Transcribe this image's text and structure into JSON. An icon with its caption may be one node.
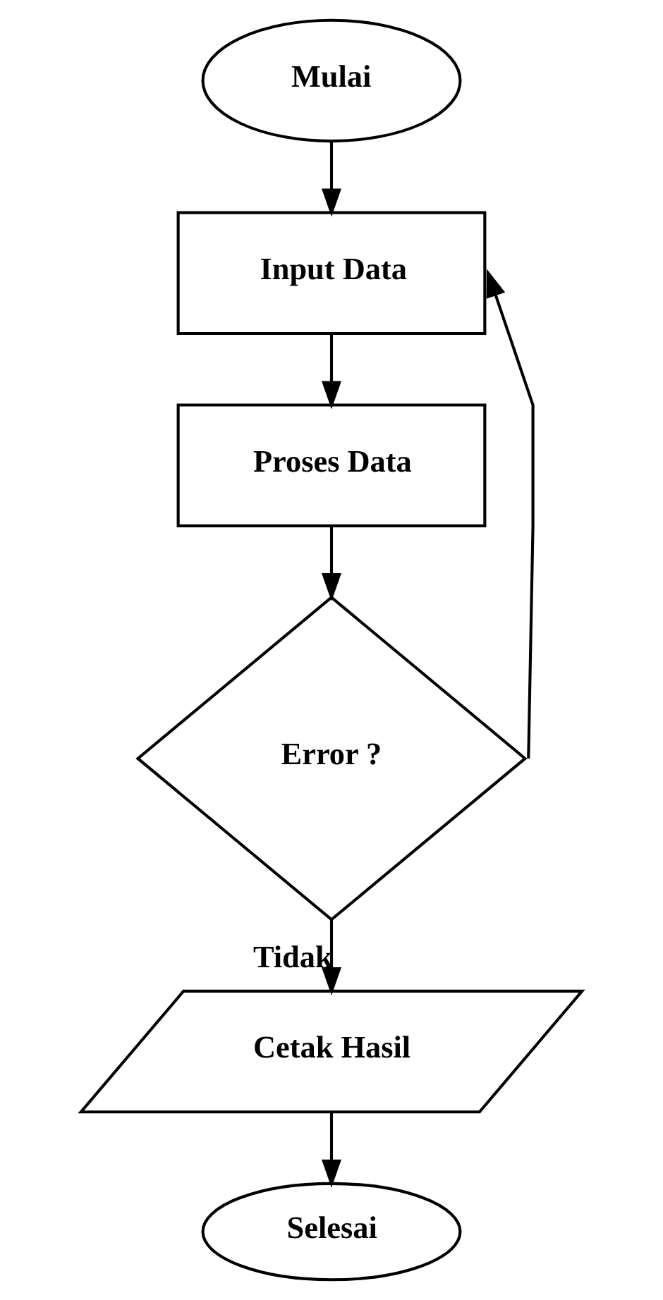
{
  "diagram": {
    "nodes": [
      {
        "text": [
          "Mulai"
        ]
      },
      {
        "text": [
          "Input Data"
        ]
      },
      {
        "text": [
          "Proses Data"
        ]
      },
      {
        "text": [
          "Error ?"
        ]
      },
      {
        "text": [
          "Cetak Hasil"
        ]
      },
      {
        "text": [
          "Selesai"
        ]
      }
    ],
    "edges": [
      {
        "from": 0,
        "to": 1,
        "arrow": "to"
      },
      {
        "from": 1,
        "to": 2,
        "arrow": "to"
      },
      {
        "from": 2,
        "to": 3,
        "arrow": "to"
      },
      {
        "from": 3,
        "to": 4,
        "arrow": "to",
        "label": "Tidak"
      },
      {
        "from": 4,
        "to": 5,
        "arrow": "to"
      },
      {
        "from": 3,
        "to": 1,
        "arrow": "to"
      }
    ]
  }
}
